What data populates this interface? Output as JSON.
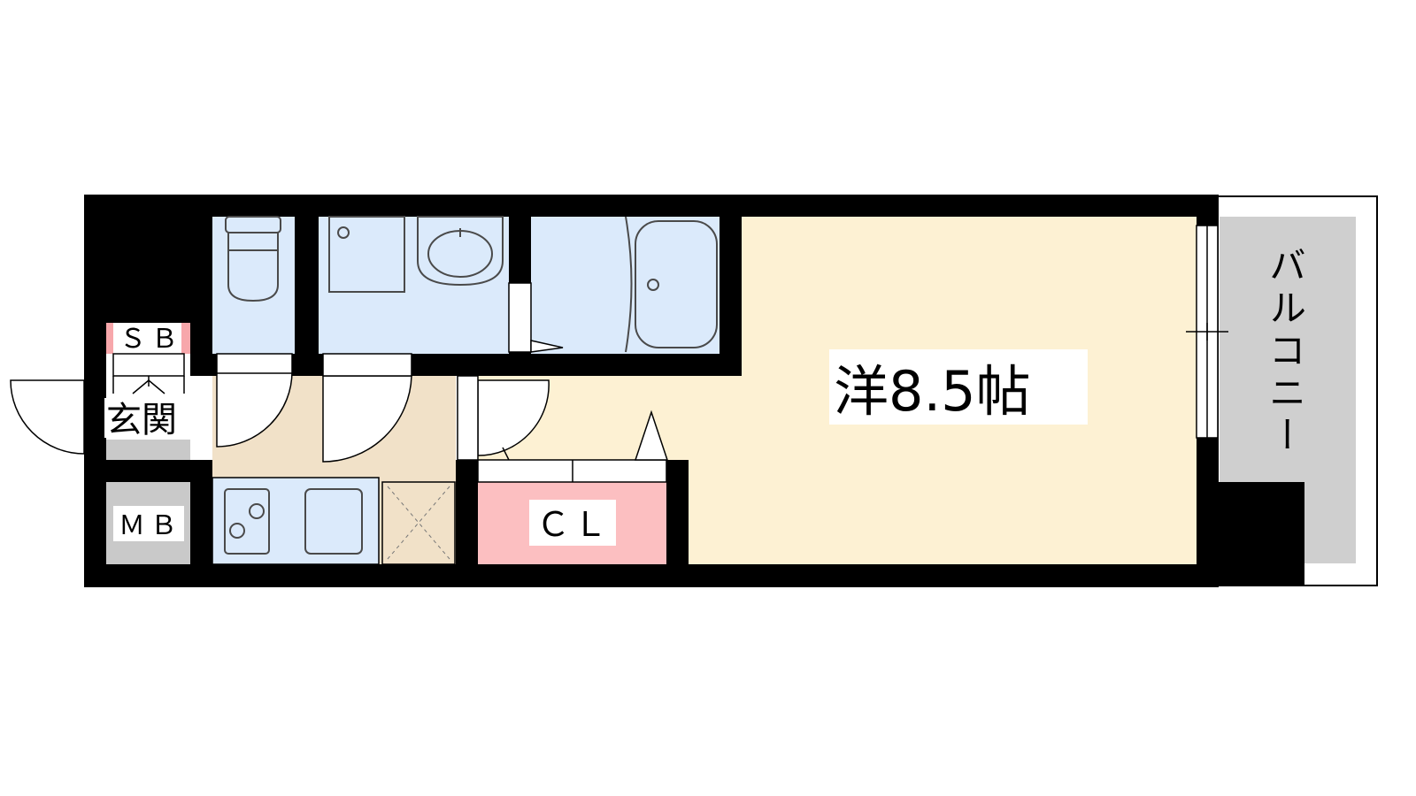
{
  "rooms": {
    "western_room": "洋8.5帖",
    "closet": "ＣＬ",
    "entrance": "玄関",
    "shoe_box": "ＳＢ",
    "meter_box": "ＭＢ",
    "balcony": "バルコニー"
  },
  "colors": {
    "wall": "#000000",
    "living_floor": "#fdf1d3",
    "kitchen_floor": "#f1e1c8",
    "wet_area": "#dbeafb",
    "closet": "#fcbfc1",
    "shoe_box_mark": "#f7a7ab",
    "meter_box": "#c9c9c9",
    "balcony": "#cfcfcf",
    "fixture_line": "#4a4a4a"
  }
}
